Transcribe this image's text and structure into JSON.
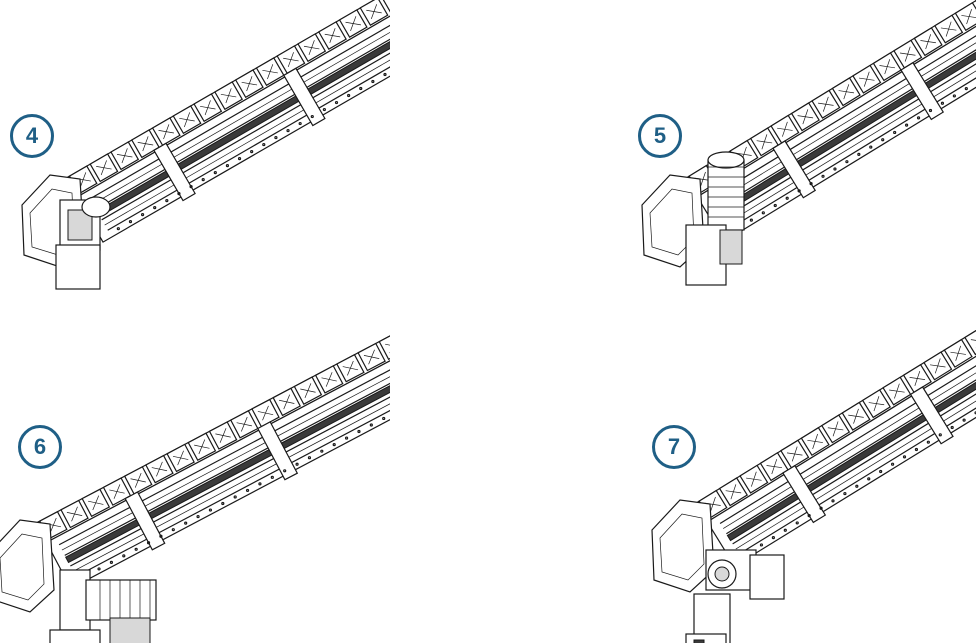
{
  "figures": [
    {
      "label": "4",
      "variant": "side-mount-gearbox",
      "icon": "conveyor-drive-4-icon"
    },
    {
      "label": "5",
      "variant": "vertical-motor-top",
      "icon": "conveyor-drive-5-icon"
    },
    {
      "label": "6",
      "variant": "horizontal-motor-below",
      "icon": "conveyor-drive-6-icon"
    },
    {
      "label": "7",
      "variant": "vertical-motor-down",
      "icon": "conveyor-drive-7-icon"
    }
  ],
  "colors": {
    "badge": "#1f5f86",
    "line": "#1a1a1a",
    "background": "#ffffff"
  }
}
